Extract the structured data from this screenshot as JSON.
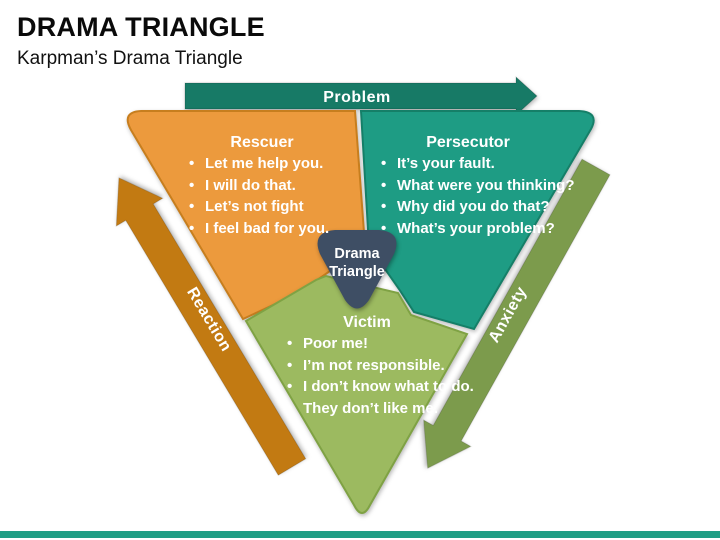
{
  "title": "DRAMA TRIANGLE",
  "subtitle": "Karpman’s Drama Triangle",
  "arrows": {
    "top": {
      "label": "Problem",
      "color": "#177a66"
    },
    "left": {
      "label": "Reaction",
      "color": "#c27a12"
    },
    "right": {
      "label": "Anxiety",
      "color": "#7c9b4c"
    }
  },
  "center_badge": {
    "line1": "Drama",
    "line2": "Triangle",
    "color": "#3e4e64"
  },
  "sections": [
    {
      "name": "Rescuer",
      "color": "#ec9a3d",
      "items": [
        "Let me help you.",
        "I will do that.",
        "Let’s not fight",
        "I feel bad for you."
      ]
    },
    {
      "name": "Persecutor",
      "color": "#1e9c84",
      "items": [
        "It’s your fault.",
        "What were you thinking?",
        "Why did you do that?",
        "What’s your problem?"
      ]
    },
    {
      "name": "Victim",
      "color": "#9cba60",
      "items": [
        "Poor me!",
        "I’m not responsible.",
        "I don’t know what to do.",
        "They don’t like me."
      ]
    }
  ],
  "footer_bar_color": "#1f9e85",
  "text_color": "#ffffff"
}
